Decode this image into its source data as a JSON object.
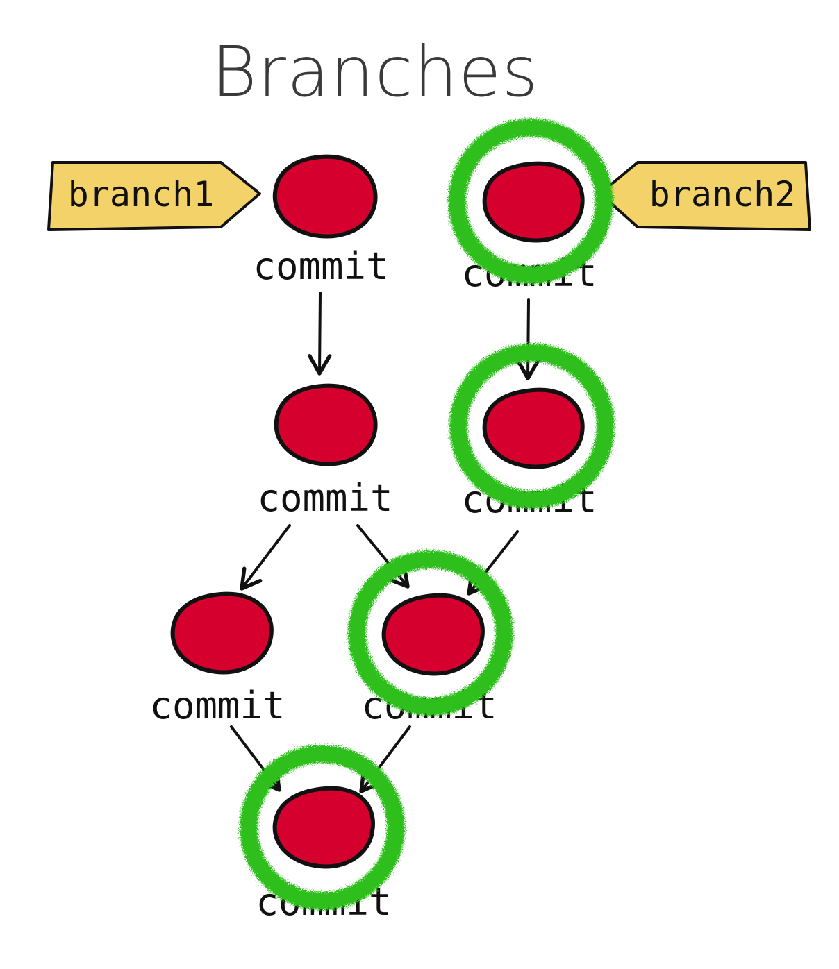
{
  "title": "Branches",
  "colors": {
    "commit_fill": "#d6002f",
    "commit_stroke": "#111111",
    "highlight": "#2fbf1f",
    "tag_fill": "#f3d26a",
    "arrow": "#111111"
  },
  "icons": {
    "commit": "commit-node-icon",
    "highlight": "green-scribble-ring-icon",
    "branch_tag": "branch-tag-icon"
  },
  "branches": [
    {
      "label": "branch1"
    },
    {
      "label": "branch2"
    }
  ],
  "commits": [
    {
      "label": "commit",
      "highlighted": false
    },
    {
      "label": "commit",
      "highlighted": true
    },
    {
      "label": "commit",
      "highlighted": false
    },
    {
      "label": "commit",
      "highlighted": true
    },
    {
      "label": "commit",
      "highlighted": false
    },
    {
      "label": "commit",
      "highlighted": true
    },
    {
      "label": "commit",
      "highlighted": true
    }
  ]
}
